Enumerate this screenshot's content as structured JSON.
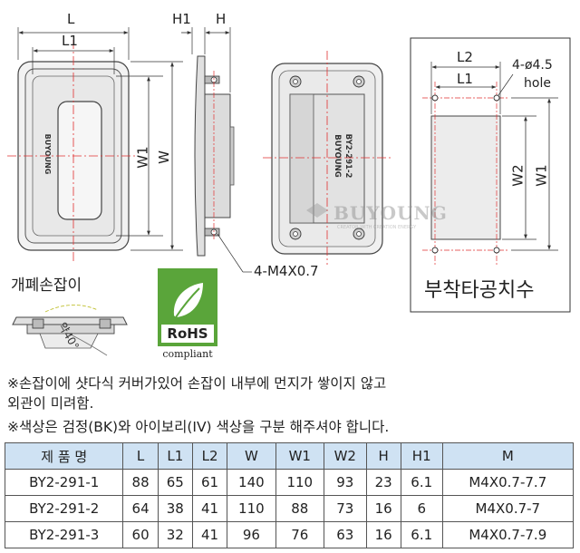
{
  "dimensions": {
    "front": {
      "L": "L",
      "L1": "L1",
      "W1": "W1",
      "W": "W"
    },
    "side": {
      "H1": "H1",
      "H": "H"
    },
    "screw_label": "4-M4X0.7",
    "mount": {
      "L2": "L2",
      "L1": "L1",
      "W2": "W2",
      "W1": "W1",
      "hole_count": "4-ø4.5",
      "hole_word": "hole"
    }
  },
  "product_marking": {
    "brand": "BUYOUNG",
    "model": "BY2-291-2"
  },
  "watermark": {
    "brand": "BUYOUNG",
    "tagline": "CREATOR WITH CREATION ENERGY"
  },
  "labels": {
    "open_close_handle": "개폐손잡이",
    "angle": "약40°",
    "mounting_dimension": "부착타공치수"
  },
  "rohs": {
    "title": "RoHS",
    "subtitle": "compliant"
  },
  "notes": [
    "※손잡이에 샷다식 커버가있어 손잡이 내부에 먼지가 쌓이지 않고",
    "   외관이 미려함.",
    "※색상은 검정(BK)와 아이보리(IV) 색상을 구분 해주셔야 합니다."
  ],
  "table": {
    "headers": [
      "제 품 명",
      "L",
      "L1",
      "L2",
      "W",
      "W1",
      "W2",
      "H",
      "H1",
      "M"
    ],
    "rows": [
      [
        "BY2-291-1",
        "88",
        "65",
        "61",
        "140",
        "110",
        "93",
        "23",
        "6.1",
        "M4X0.7-7.7"
      ],
      [
        "BY2-291-2",
        "64",
        "38",
        "41",
        "110",
        "88",
        "73",
        "16",
        "6",
        "M4X0.7-7"
      ],
      [
        "BY2-291-3",
        "60",
        "32",
        "41",
        "96",
        "76",
        "63",
        "16",
        "6.1",
        "M4X0.7-7.9"
      ]
    ]
  },
  "colors": {
    "line": "#333333",
    "center_line": "#e03030",
    "header_fill": "#cfe2f3",
    "rohs_green": "#5aa53a"
  }
}
